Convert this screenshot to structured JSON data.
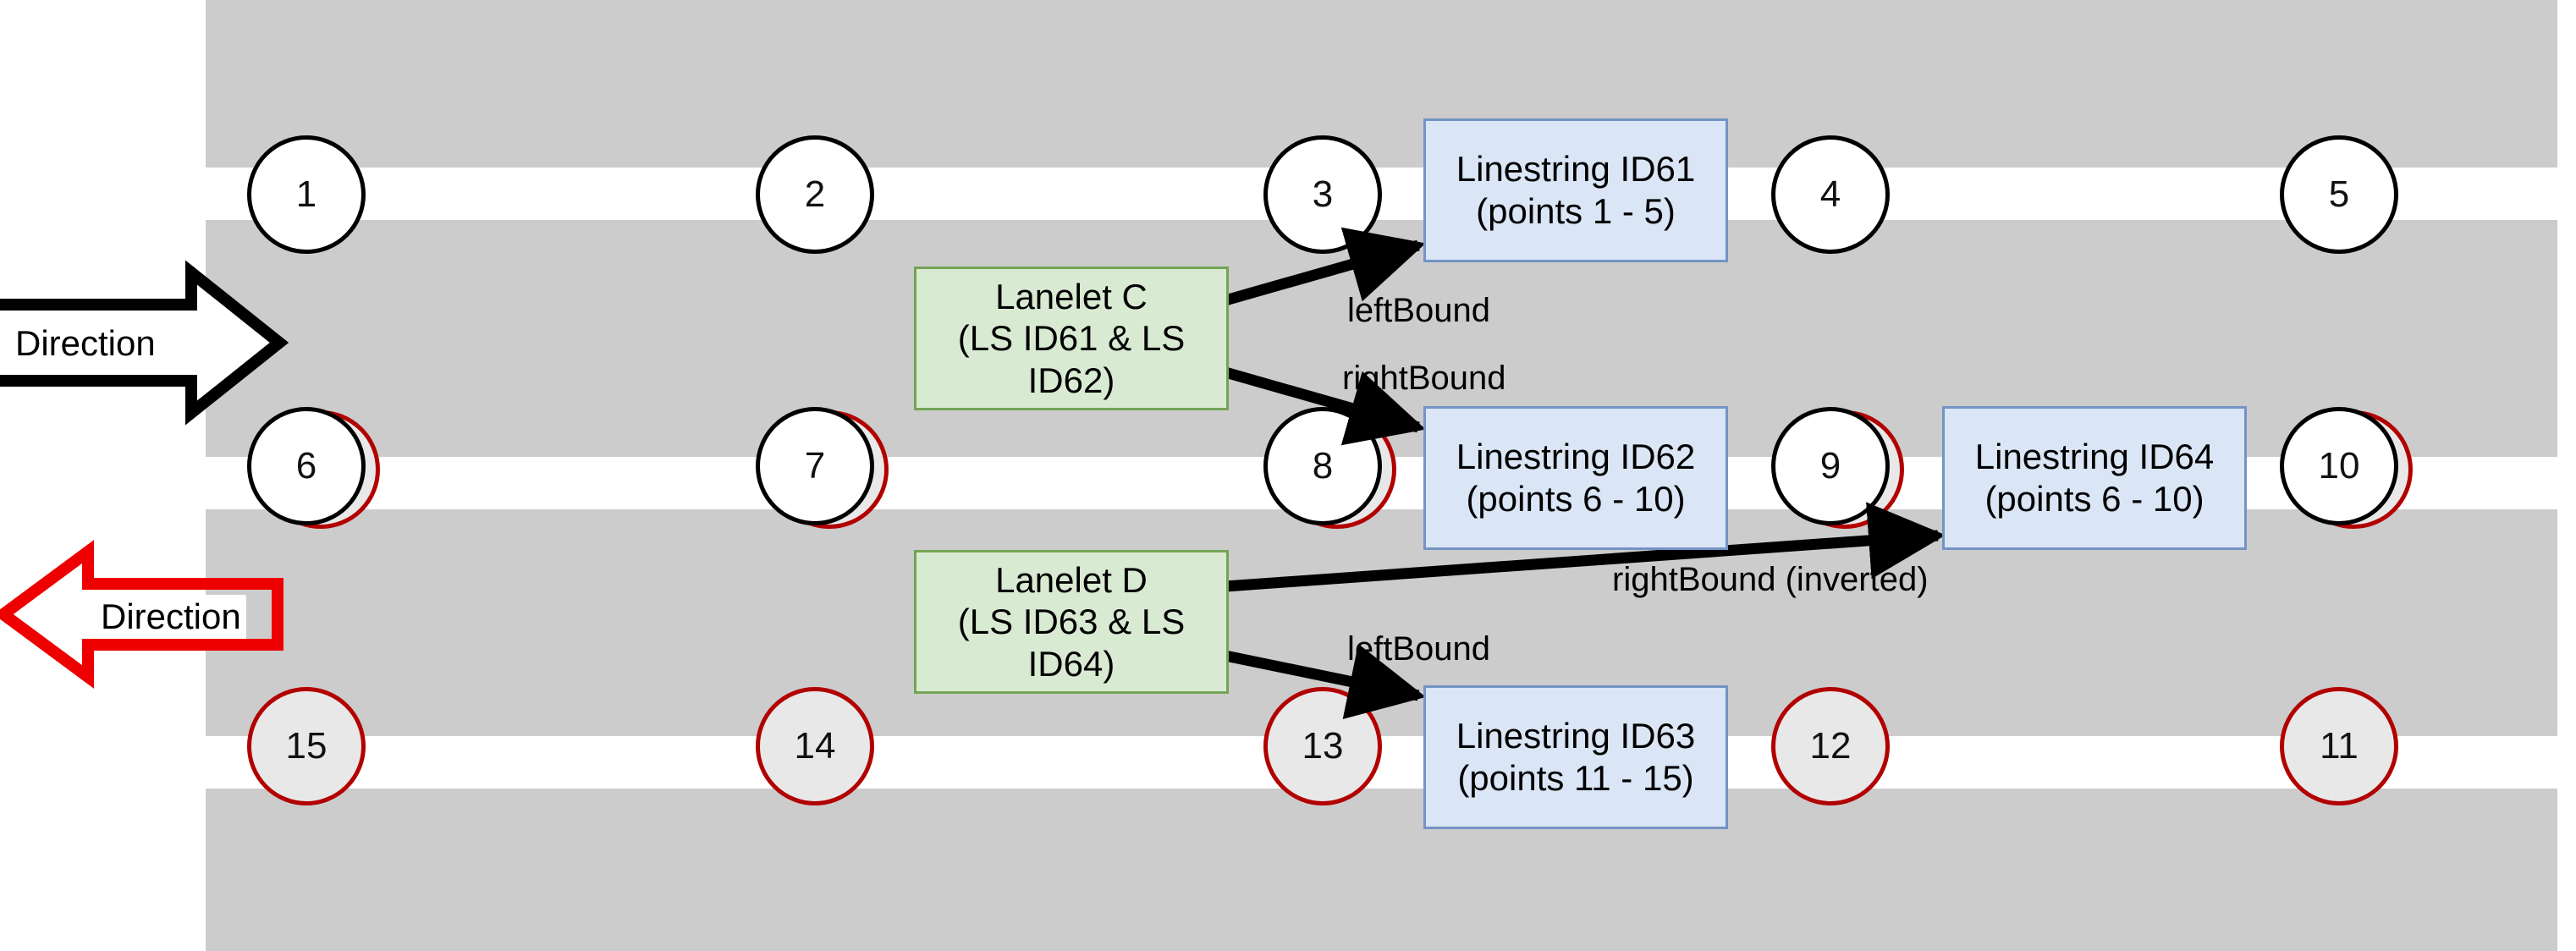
{
  "diagram": {
    "title": "Lanelet linestring reference diagram",
    "road_color": "#cccccc",
    "lane_marking_color": "#ffffff",
    "node_black_border": "#000000",
    "node_red_border": "#b20000",
    "linestring_box_fill": "#dae5f5",
    "linestring_box_border": "#7394c4",
    "lanelet_box_fill": "#d9ead3",
    "lanelet_box_border": "#73a455"
  },
  "direction_arrows": [
    {
      "name": "direction-arrow-forward",
      "label": "Direction",
      "color": "#000000",
      "points": "right"
    },
    {
      "name": "direction-arrow-backward",
      "label": "Direction",
      "color": "#ee0000",
      "points": "left"
    }
  ],
  "nodes": {
    "row_top": [
      {
        "id": "1"
      },
      {
        "id": "2"
      },
      {
        "id": "3"
      },
      {
        "id": "4"
      },
      {
        "id": "5"
      }
    ],
    "row_middle": [
      {
        "id": "6"
      },
      {
        "id": "7"
      },
      {
        "id": "8"
      },
      {
        "id": "9"
      },
      {
        "id": "10"
      }
    ],
    "row_bottom": [
      {
        "id": "15"
      },
      {
        "id": "14"
      },
      {
        "id": "13"
      },
      {
        "id": "12"
      },
      {
        "id": "11"
      }
    ]
  },
  "linestrings": [
    {
      "key": "id61",
      "line1": "Linestring ID61",
      "line2": "(points 1 - 5)"
    },
    {
      "key": "id62",
      "line1": "Linestring ID62",
      "line2": "(points 6 - 10)"
    },
    {
      "key": "id64",
      "line1": "Linestring ID64",
      "line2": "(points 6 - 10)"
    },
    {
      "key": "id63",
      "line1": "Linestring ID63",
      "line2": "(points 11 - 15)"
    }
  ],
  "lanelets": [
    {
      "key": "c",
      "line1": "Lanelet C",
      "line2": "(LS ID61 & LS",
      "line3": "ID62)"
    },
    {
      "key": "d",
      "line1": "Lanelet D",
      "line2": "(LS ID63 & LS",
      "line3": "ID64)"
    }
  ],
  "edge_labels": [
    {
      "key": "c_left",
      "text": "leftBound"
    },
    {
      "key": "c_right",
      "text": "rightBound"
    },
    {
      "key": "d_right",
      "text": "rightBound (inverted)"
    },
    {
      "key": "d_left",
      "text": "leftBound"
    }
  ]
}
